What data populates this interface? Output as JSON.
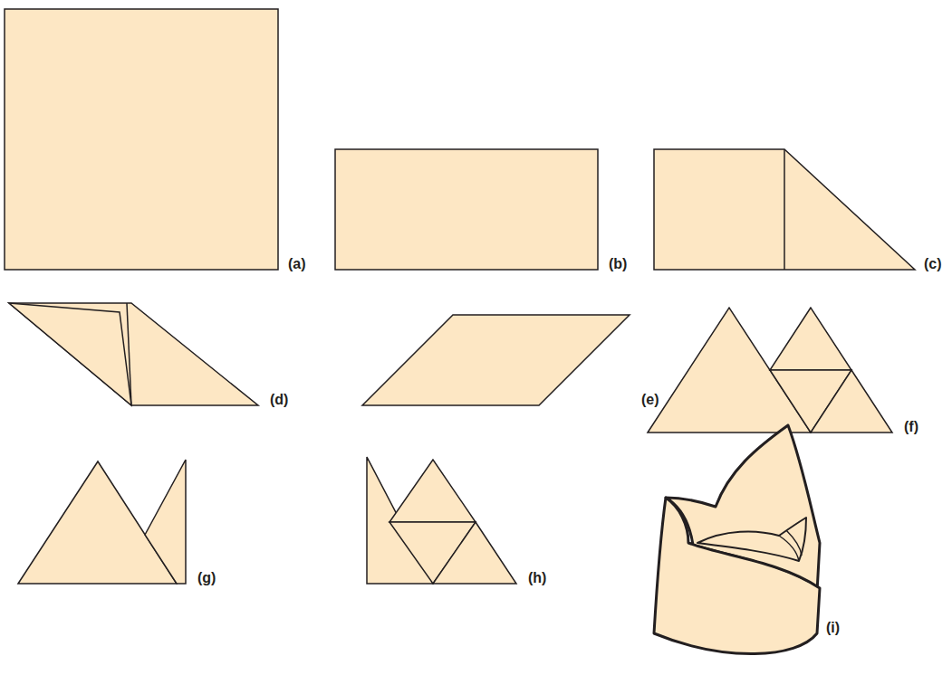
{
  "diagram": {
    "labels": [
      "(a)",
      "(b)",
      "(c)",
      "(d)",
      "(e)",
      "(f)",
      "(g)",
      "(h)",
      "(i)"
    ]
  }
}
